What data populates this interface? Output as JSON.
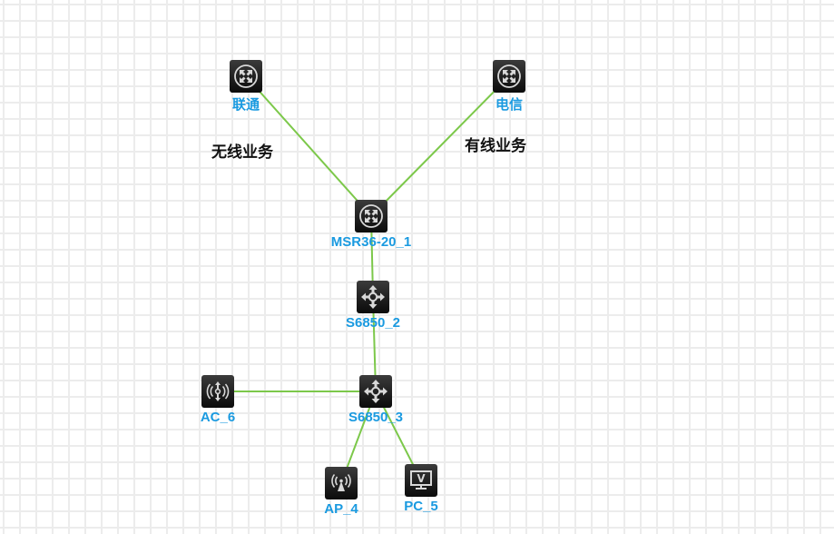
{
  "diagram": {
    "type": "network-topology",
    "link_color": "#7cc84a",
    "label_color": "#1a9ae0",
    "nodes": [
      {
        "id": "liantong",
        "label": "联通",
        "icon": "router-icon"
      },
      {
        "id": "dianxin",
        "label": "电信",
        "icon": "router-icon"
      },
      {
        "id": "msr",
        "label": "MSR36-20_1",
        "icon": "router-icon"
      },
      {
        "id": "s2",
        "label": "S6850_2",
        "icon": "switch-icon"
      },
      {
        "id": "s3",
        "label": "S6850_3",
        "icon": "switch-icon"
      },
      {
        "id": "ac",
        "label": "AC_6",
        "icon": "wireless-controller-icon"
      },
      {
        "id": "ap",
        "label": "AP_4",
        "icon": "access-point-icon"
      },
      {
        "id": "pc",
        "label": "PC_5",
        "icon": "pc-monitor-icon"
      }
    ],
    "links": [
      {
        "from": "liantong",
        "to": "msr"
      },
      {
        "from": "dianxin",
        "to": "msr"
      },
      {
        "from": "msr",
        "to": "s2"
      },
      {
        "from": "s2",
        "to": "s3"
      },
      {
        "from": "ac",
        "to": "s3"
      },
      {
        "from": "s3",
        "to": "ap"
      },
      {
        "from": "s3",
        "to": "pc"
      }
    ],
    "annotations": [
      {
        "id": "wireless",
        "text": "无线业务"
      },
      {
        "id": "wired",
        "text": "有线业务"
      }
    ]
  }
}
